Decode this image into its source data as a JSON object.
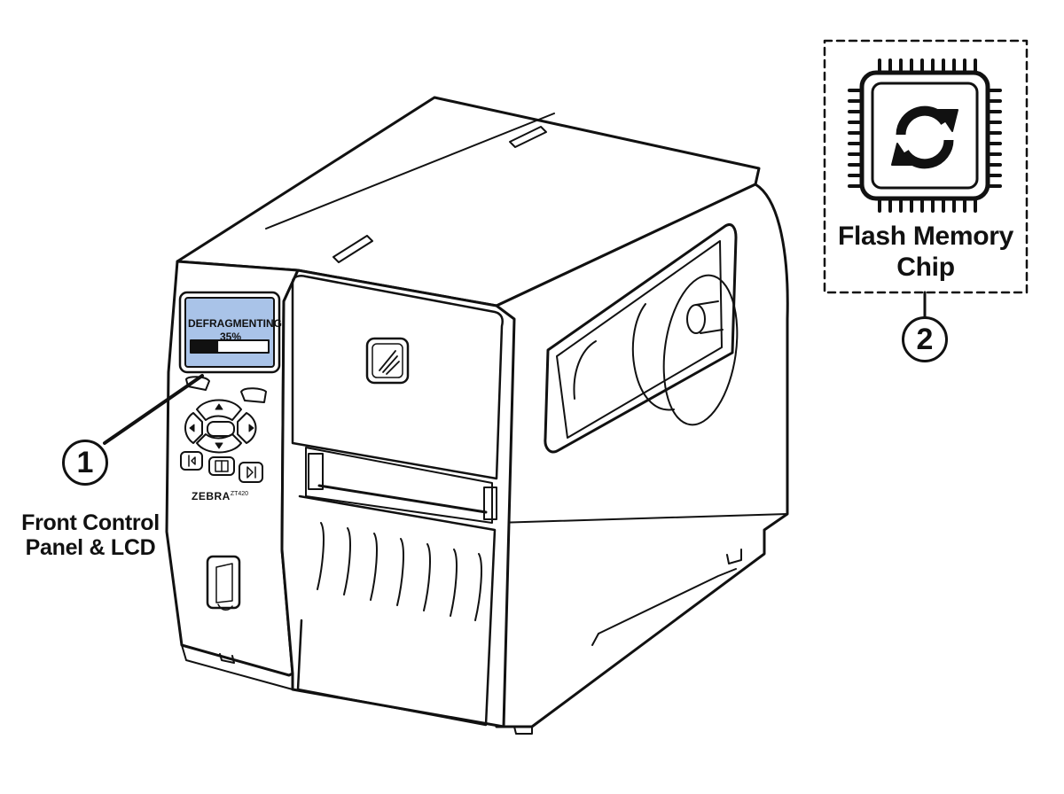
{
  "callout_1": {
    "number": "1",
    "label_line1": "Front Control",
    "label_line2": "Panel & LCD"
  },
  "callout_2": {
    "number": "2",
    "label_line1": "Flash Memory",
    "label_line2": "Chip"
  },
  "lcd": {
    "line1": "DEFRAGMENTING",
    "line2": "35%",
    "progress": 0.35
  },
  "printer": {
    "brand": "ZEBRA",
    "model": "ZT420"
  },
  "chip_icon": "sync-arrows-icon",
  "colors": {
    "lcd_screen": "#a9c3e8",
    "outline": "#111111",
    "background": "#ffffff"
  }
}
